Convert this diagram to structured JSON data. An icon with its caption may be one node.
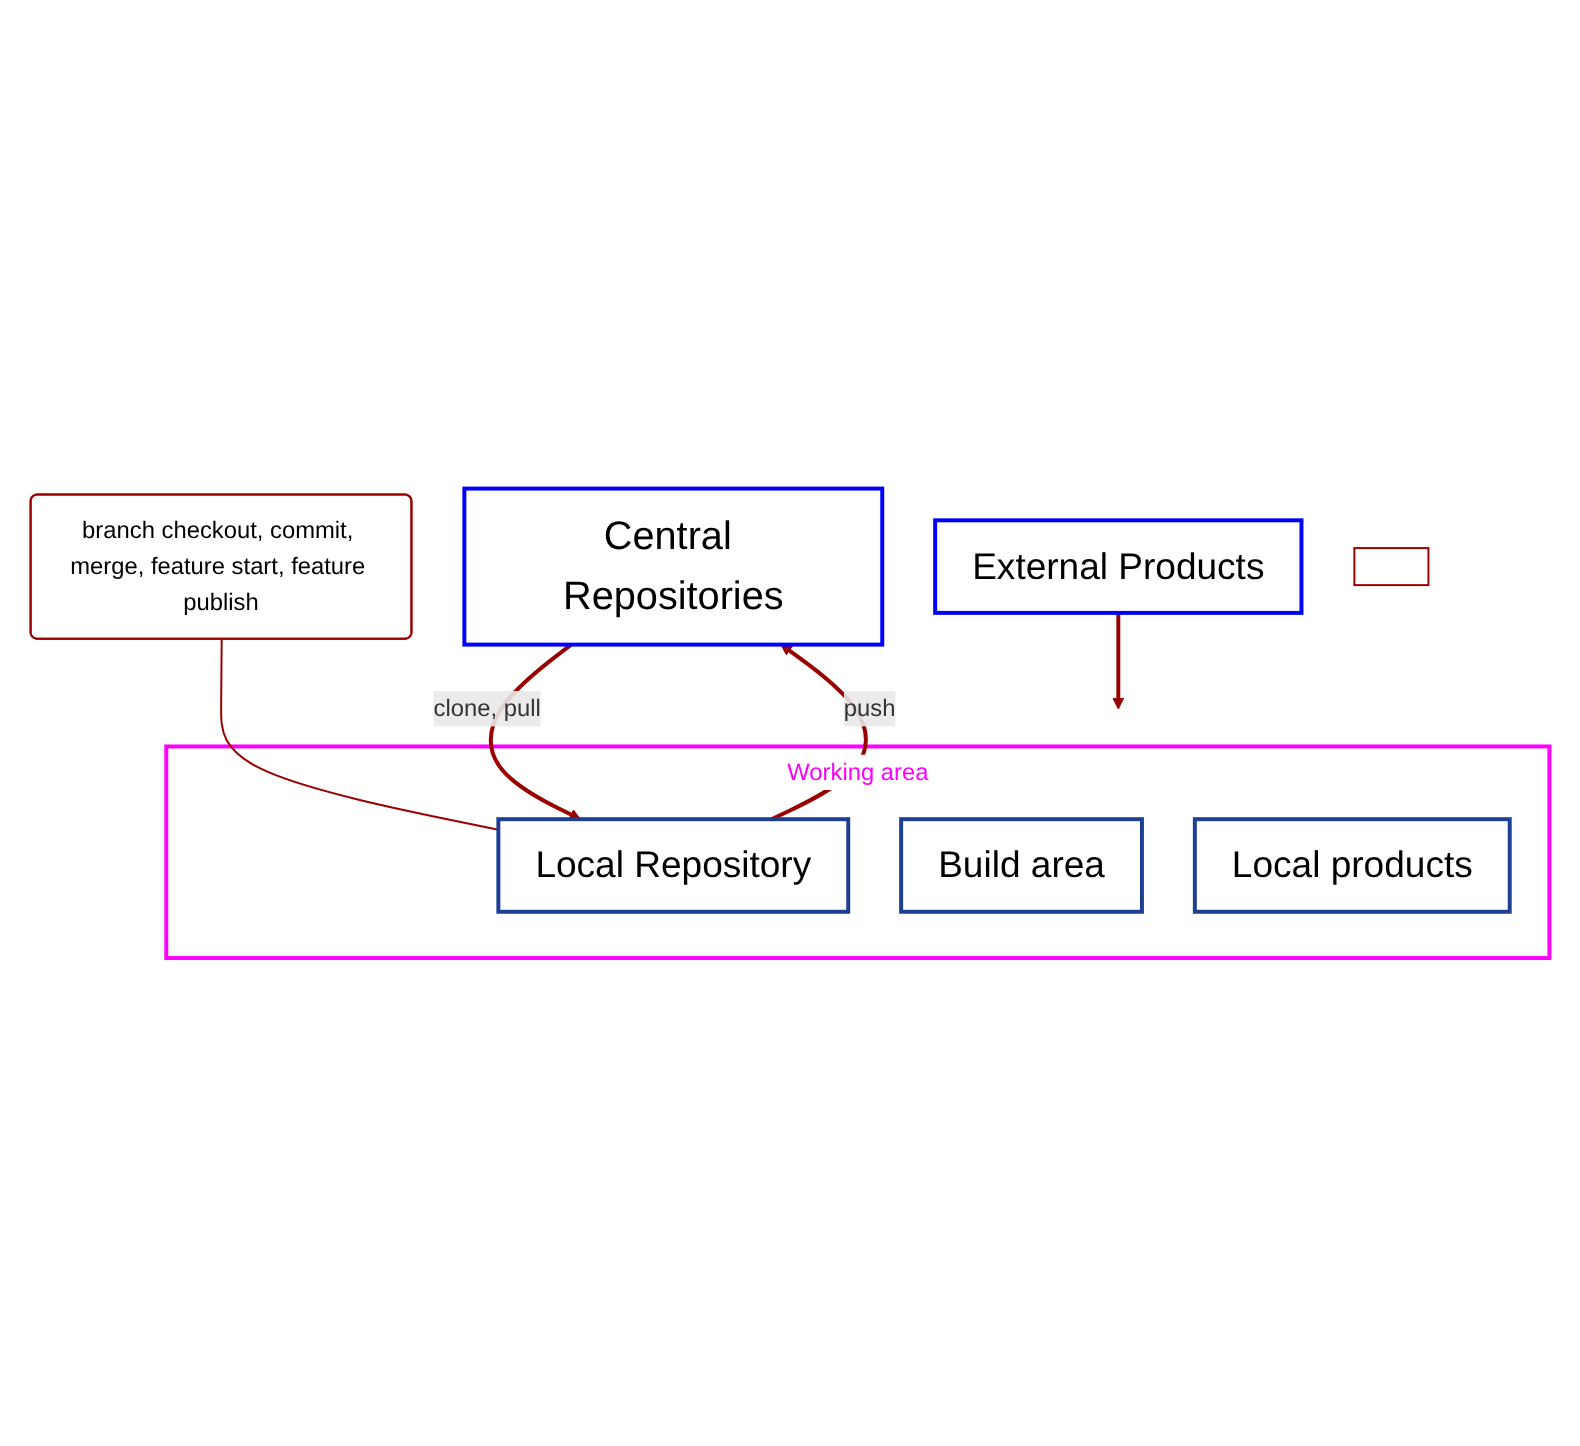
{
  "diagram": {
    "nodes": [
      {
        "text": [
          "Central Repositories"
        ]
      },
      {
        "text": [
          "Working area"
        ]
      },
      {
        "text": [
          "Local Repository"
        ],
        "in": 1
      },
      {
        "text": [
          "Build area"
        ],
        "in": 1
      },
      {
        "text": [
          "Local products"
        ],
        "in": 1
      },
      {
        "text": [
          "External Products"
        ]
      },
      {
        "text": [
          "branch checkout, commit, merge, feature start, feature publish"
        ]
      },
      {
        "text": [],
        "shape": "box"
      }
    ],
    "edges": [
      {
        "from": 2,
        "to": 0,
        "arrow": "to",
        "label": "push"
      },
      {
        "from": 0,
        "to": 2,
        "arrow": "to",
        "label": "clone, pull"
      },
      {
        "from": 5,
        "to": 1,
        "arrow": "to"
      },
      {
        "from": 6,
        "to": 2,
        "arrow": "none"
      }
    ]
  }
}
